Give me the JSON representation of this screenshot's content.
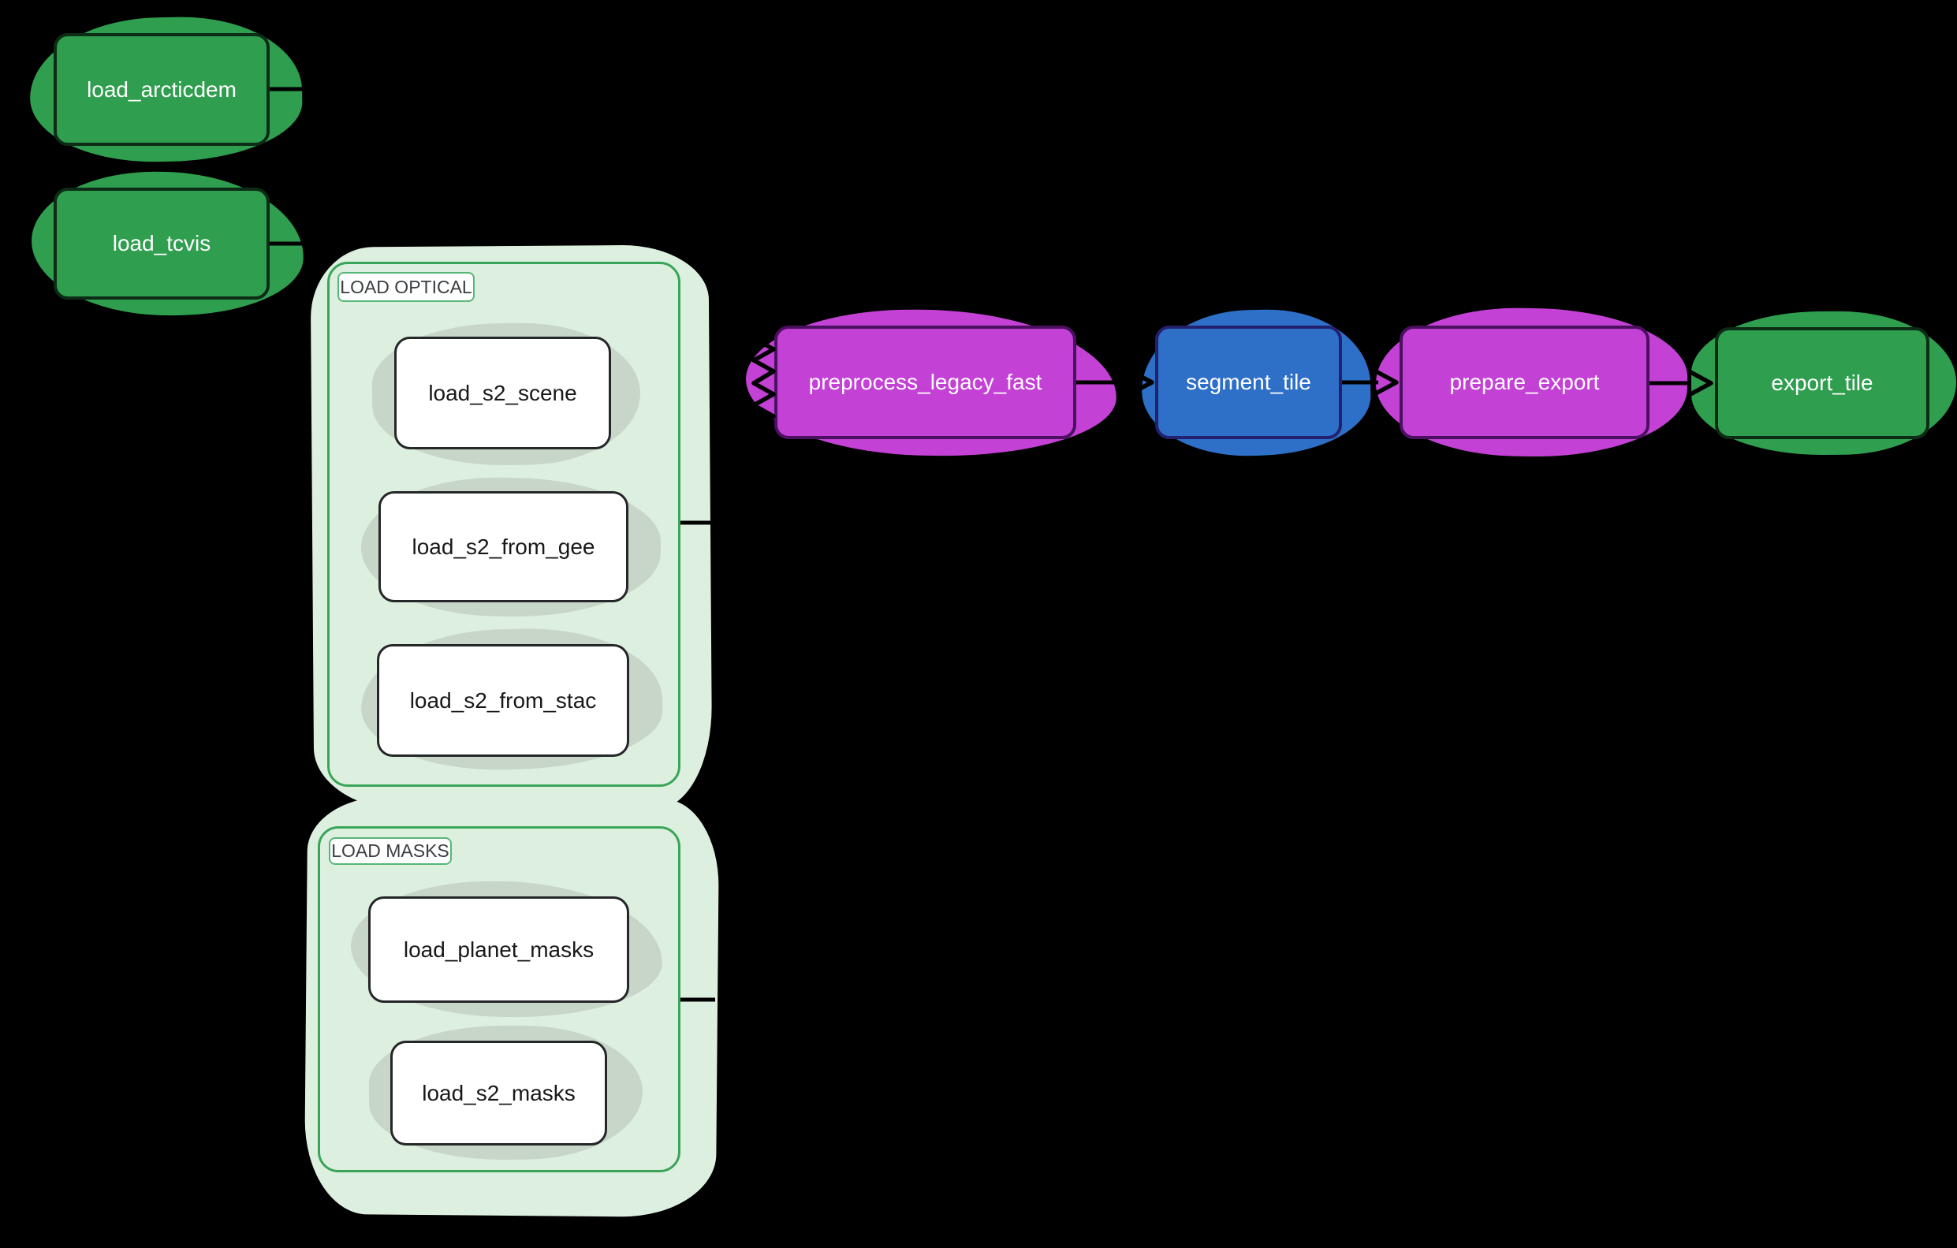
{
  "canvas": {
    "background": "#000000"
  },
  "colors": {
    "background": "#000000",
    "green_fill": "#2f9e4f",
    "green_border": "#0d2c15",
    "magenta_fill": "#c441d6",
    "magenta_border": "#4c1061",
    "blue_fill": "#2e6fc8",
    "blue_border": "#23216f",
    "group_fill": "#ddf0e0",
    "group_border": "#38a558",
    "group_label_bg": "#ffffff",
    "group_label_border": "#57b677",
    "group_label_text": "#3a3e41",
    "task_fill": "#ffffff",
    "task_border": "#242628",
    "task_blob": "#c8d6c9",
    "task_text": "#17181a",
    "node_text": "#ffffff",
    "edge_color": "#000000"
  },
  "nodes": {
    "load_arcticdem": {
      "label": "load_arcticdem"
    },
    "load_tcvis": {
      "label": "load_tcvis"
    },
    "load_s2_scene": {
      "label": "load_s2_scene"
    },
    "load_s2_from_gee": {
      "label": "load_s2_from_gee"
    },
    "load_s2_from_stac": {
      "label": "load_s2_from_stac"
    },
    "load_planet_masks": {
      "label": "load_planet_masks"
    },
    "load_s2_masks": {
      "label": "load_s2_masks"
    },
    "preprocess_legacy_fast": {
      "label": "preprocess_legacy_fast"
    },
    "segment_tile": {
      "label": "segment_tile"
    },
    "prepare_export": {
      "label": "prepare_export"
    },
    "export_tile": {
      "label": "export_tile"
    }
  },
  "groups": {
    "load_optical": {
      "label": "LOAD OPTICAL"
    },
    "load_masks": {
      "label": "LOAD MASKS"
    }
  },
  "edges": [
    {
      "from": "load_arcticdem",
      "to": "preprocess_legacy_fast"
    },
    {
      "from": "load_tcvis",
      "to": "preprocess_legacy_fast"
    },
    {
      "from": "load_optical",
      "to": "preprocess_legacy_fast"
    },
    {
      "from": "load_masks",
      "to": "preprocess_legacy_fast"
    },
    {
      "from": "preprocess_legacy_fast",
      "to": "segment_tile"
    },
    {
      "from": "segment_tile",
      "to": "prepare_export"
    },
    {
      "from": "prepare_export",
      "to": "export_tile"
    }
  ]
}
